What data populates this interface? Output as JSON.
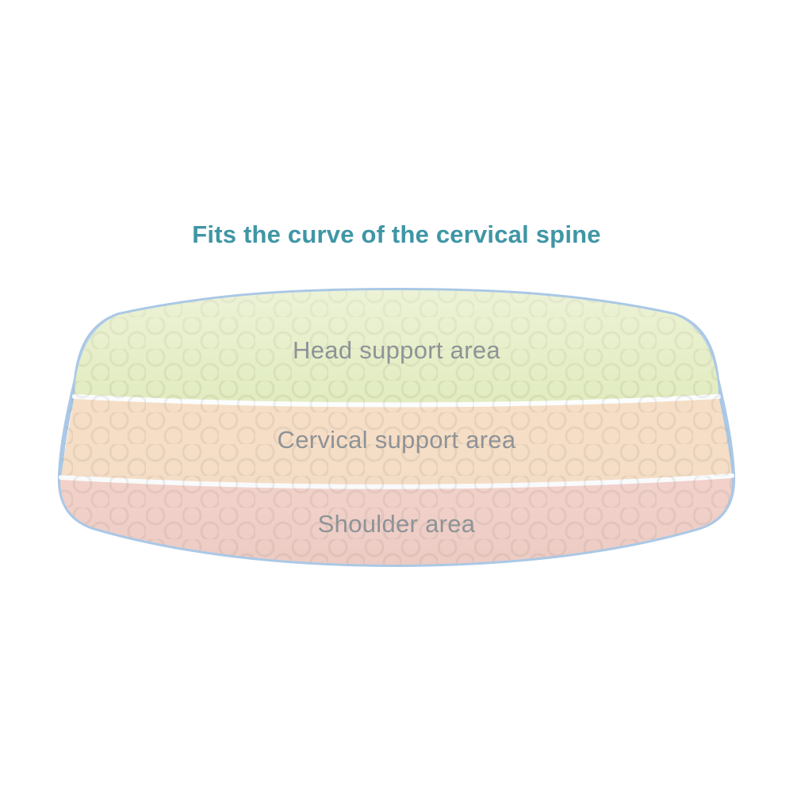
{
  "title": {
    "text": "Fits the curve of the cervical spine",
    "color": "#3f96a5"
  },
  "pillow": {
    "zones": [
      {
        "id": "head",
        "label": "Head support area",
        "color": "#e2ecc0"
      },
      {
        "id": "cervical",
        "label": "Cervical support area",
        "color": "#f6dec6"
      },
      {
        "id": "shoulder",
        "label": "Shoulder area",
        "color": "#f3d2cb"
      }
    ],
    "label_color": "#8e9397",
    "piping_color": "#aac8e6",
    "seam_color": "#fbfdff"
  }
}
